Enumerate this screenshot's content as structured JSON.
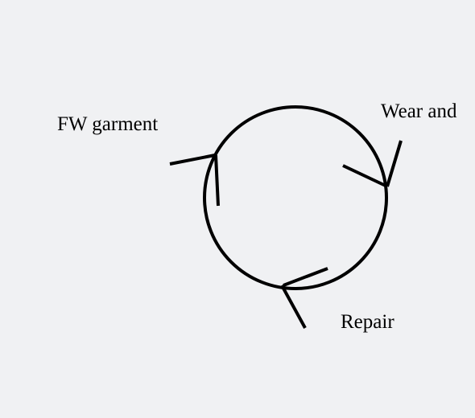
{
  "diagram": {
    "labels": {
      "fw_garment": "FW garment",
      "wear_and": "Wear and",
      "repair": "Repair"
    },
    "colors": {
      "background": "#f0f1f3",
      "stroke": "#000000",
      "text": "#000000"
    }
  }
}
